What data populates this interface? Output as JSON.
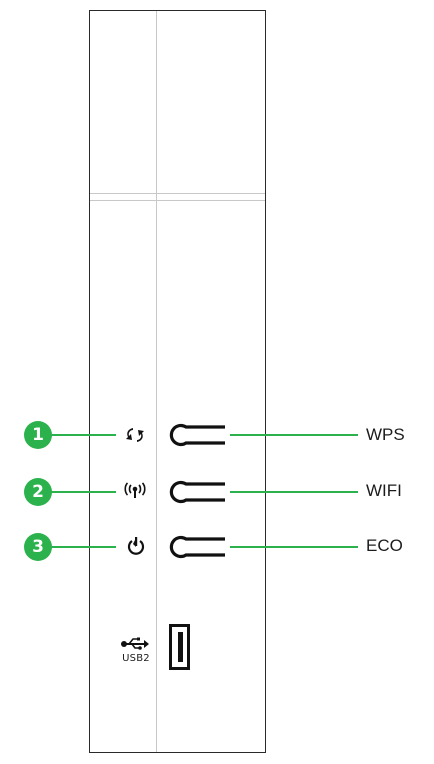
{
  "callouts": [
    {
      "number": "1",
      "icon": "wps-icon",
      "label": "WPS"
    },
    {
      "number": "2",
      "icon": "wifi-antenna-icon",
      "label": "WIFI"
    },
    {
      "number": "3",
      "icon": "eco-power-icon",
      "label": "ECO"
    }
  ],
  "usb": {
    "icon": "usb-icon",
    "label": "USB2"
  },
  "colors": {
    "callout_green": "#2bb24c",
    "outline": "#2a2a2a",
    "divider": "#c8c8c8"
  }
}
